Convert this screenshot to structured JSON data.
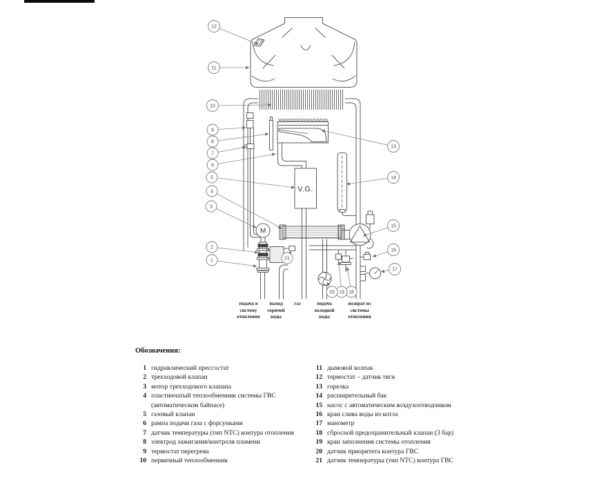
{
  "diagram": {
    "line_color": "#555555",
    "gas_valve_label": "V.G.",
    "motor_label": "M",
    "callouts": {
      "c1": "1",
      "c2": "2",
      "c3": "3",
      "c4": "4",
      "c5": "5",
      "c6": "6",
      "c7": "7",
      "c8": "8",
      "c9": "9",
      "c10": "10",
      "c11": "11",
      "c12": "12",
      "c13": "13",
      "c14": "14",
      "c15": "15",
      "c16": "16",
      "c17": "17",
      "c18": "18",
      "c19": "19",
      "c20": "20",
      "c21": "21"
    },
    "pipe_labels": [
      "подача в\nсистему\nотопления",
      "выход\nгорячей\nводы",
      "газ",
      "подача\nхолодной\nводы",
      "возврат из\nсистемы\nотопления"
    ]
  },
  "legend": {
    "title": "Обозначения:",
    "left": [
      {
        "num": "1",
        "text": "гидравлический прессостат"
      },
      {
        "num": "2",
        "text": "трехходовой клапан"
      },
      {
        "num": "3",
        "text": "мотор трехходового клапана"
      },
      {
        "num": "4",
        "text": "пластинчатый теплообменник системы ГВС\n(автоматическом байпасе)"
      },
      {
        "num": "5",
        "text": "газовый клапан"
      },
      {
        "num": "6",
        "text": "рампа подачи газа с форсунками"
      },
      {
        "num": "7",
        "text": "датчик температуры (тип NTC) контура отопления"
      },
      {
        "num": "8",
        "text": "электрод зажигания/контроля пламени"
      },
      {
        "num": "9",
        "text": "термостат перегрева"
      },
      {
        "num": "10",
        "text": "первичный теплообменник"
      }
    ],
    "right": [
      {
        "num": "11",
        "text": "дымовой колпак"
      },
      {
        "num": "12",
        "text": "термостат – датчик тяги"
      },
      {
        "num": "13",
        "text": "горелка"
      },
      {
        "num": "14",
        "text": "расширительный бак"
      },
      {
        "num": "15",
        "text": "насос с автоматическим воздухоотводчиком"
      },
      {
        "num": "16",
        "text": "кран слива воды из котла"
      },
      {
        "num": "17",
        "text": "манометр"
      },
      {
        "num": "18",
        "text": "сбросной предохранительный клапан (3 бар)"
      },
      {
        "num": "19",
        "text": "кран заполнения системы отопления"
      },
      {
        "num": "20",
        "text": "датчик приоритета контура ГВС"
      },
      {
        "num": "21",
        "text": "датчик температуры (тип NTC) контура ГВС"
      }
    ]
  }
}
